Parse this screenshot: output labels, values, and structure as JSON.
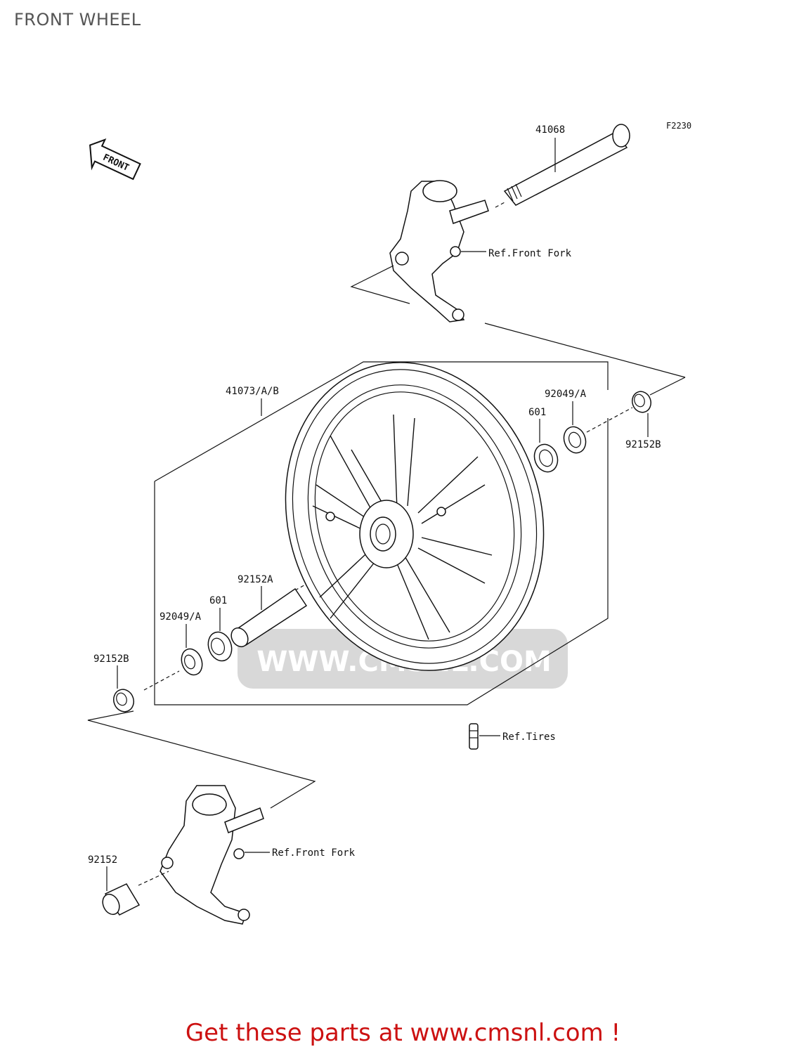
{
  "header": {
    "title": "FRONT WHEEL"
  },
  "diagram": {
    "code": "F2230",
    "front_arrow": "FRONT",
    "watermark": "WWW.CMSNL.COM",
    "labels": {
      "axle": "41068",
      "ref_front_fork_top": "Ref.Front Fork",
      "wheel": "41073/A/B",
      "seal_right": "92049/A",
      "bearing_right": "601",
      "collar_right": "92152B",
      "collar_center": "92152A",
      "bearing_left": "601",
      "seal_left": "92049/A",
      "collar_left": "92152B",
      "ref_tires": "Ref.Tires",
      "ref_front_fork_bottom": "Ref.Front Fork",
      "collar_bottom": "92152"
    }
  },
  "footer": {
    "promo": "Get these parts at www.cmsnl.com !"
  },
  "colors": {
    "promo": "#cc1111",
    "title": "#555555",
    "watermark": "#d8d8d8"
  }
}
